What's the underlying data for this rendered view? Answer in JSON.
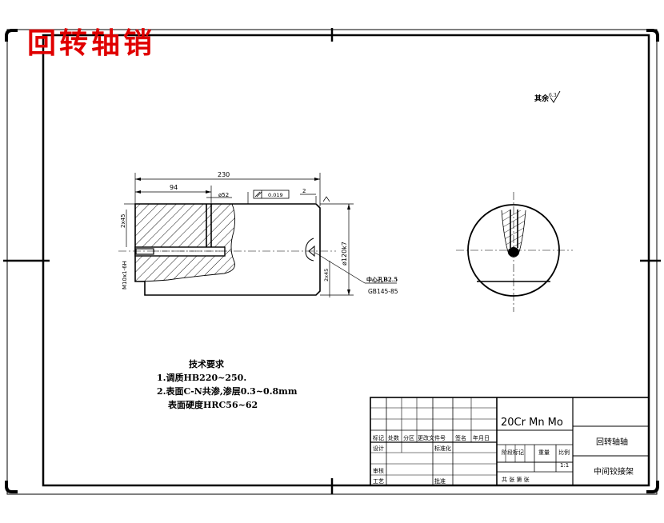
{
  "title": "回转轴销",
  "surface_note": "其余",
  "roughness_top": "6.3",
  "dimensions": {
    "total_length": "230",
    "bore_depth": "94",
    "bore_dia": "ø52",
    "right_chamfer": "2",
    "groove": "2x45",
    "left_chamfer": "2x45",
    "main_dia": "ø120k7",
    "hole_label": "M10x1-6H",
    "gt_tolerance": "0.019"
  },
  "center_hole": {
    "label": "中心孔B2.5",
    "standard": "GB145-85"
  },
  "tech_requirements": {
    "heading": "技术要求",
    "items": [
      "1.调质HB220~250.",
      "2.表面C-N共渗,渗层0.3~0.8mm",
      "表面硬度HRC56~62"
    ]
  },
  "title_block": {
    "material": "20Cr Mn Mo",
    "part_name": "回转轴轴",
    "assembly": "中间铰接架",
    "scale": "1:1",
    "headers": [
      "标记",
      "处数",
      "分区",
      "更改文件号",
      "签名",
      "年月日"
    ],
    "row_design": "设计",
    "row_standard": "标准化",
    "row_check": "审核",
    "row_process": "工艺",
    "row_approve": "批准",
    "stage_mark": "阶段标记",
    "weight": "重量",
    "ratio": "比例",
    "sheets": "共   张 第   张"
  },
  "colors": {
    "title": "#e00000",
    "lines": "#000000"
  }
}
